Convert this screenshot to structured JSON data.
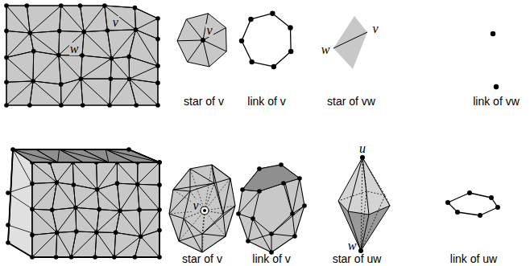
{
  "diagram": {
    "labels": [
      "v",
      "w",
      "v",
      "w",
      "v",
      "star of v",
      "link of v",
      "star of vw",
      "link of vw",
      "v",
      "u",
      "w",
      "star of v",
      "link of v",
      "star of uw",
      "link of uw"
    ]
  }
}
